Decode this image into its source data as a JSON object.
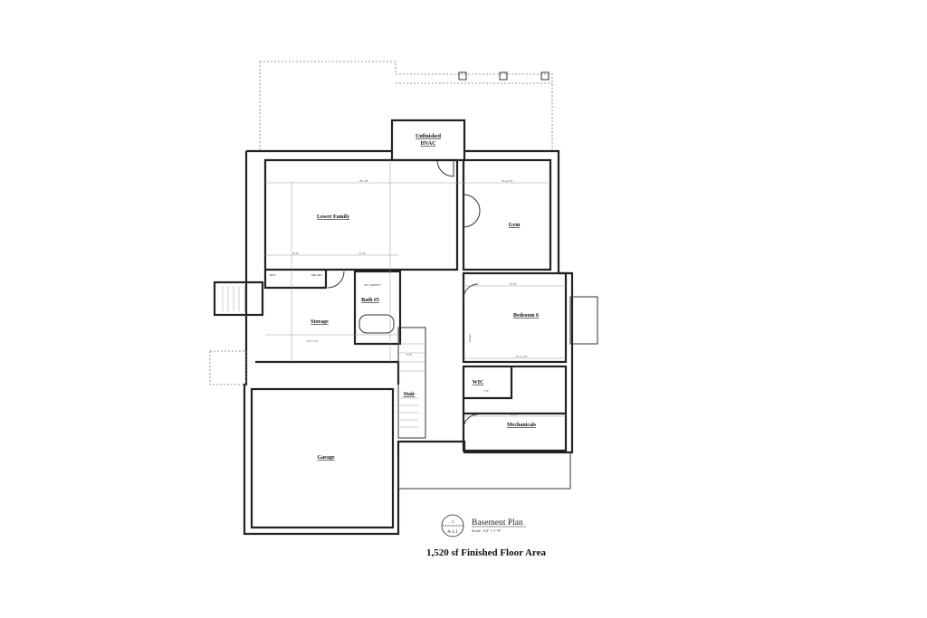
{
  "rooms": {
    "hvac_line1": "Unfinished",
    "hvac_line2": "HVAC",
    "lower_family": "Lower Family",
    "gym": "Gym",
    "storage": "Storage",
    "bath": "Bath #5",
    "bedroom": "Bedroom 6",
    "wic": "WIC",
    "stair": "Stair",
    "mechanicals": "Mechanicals",
    "garage": "Garage",
    "ref": "REF.",
    "micro": "MICRO",
    "vanity": "36\" VANITY",
    "closet": "Closet"
  },
  "dimensions": {
    "family_width": "29'-10\"",
    "gym_width": "13'-4 1/2\"",
    "bedroom_width": "15'-6\"",
    "bedroom_bottom": "13'-1 1/2\"",
    "storage_width": "13'-7 1/2\"",
    "mech_width": "16'-9\"",
    "wic_width": "7'-6\"",
    "stair_width": "3'-6\"",
    "family_left": "8'-0\"",
    "family_right": "11'-3\""
  },
  "title_block": {
    "detail_number": "1",
    "sheet": "A-1.1",
    "title": "Basement Plan",
    "scale": "Scale: 1/4\" = 1'-0\""
  },
  "area_text": "1,520 sf Finished Floor Area"
}
